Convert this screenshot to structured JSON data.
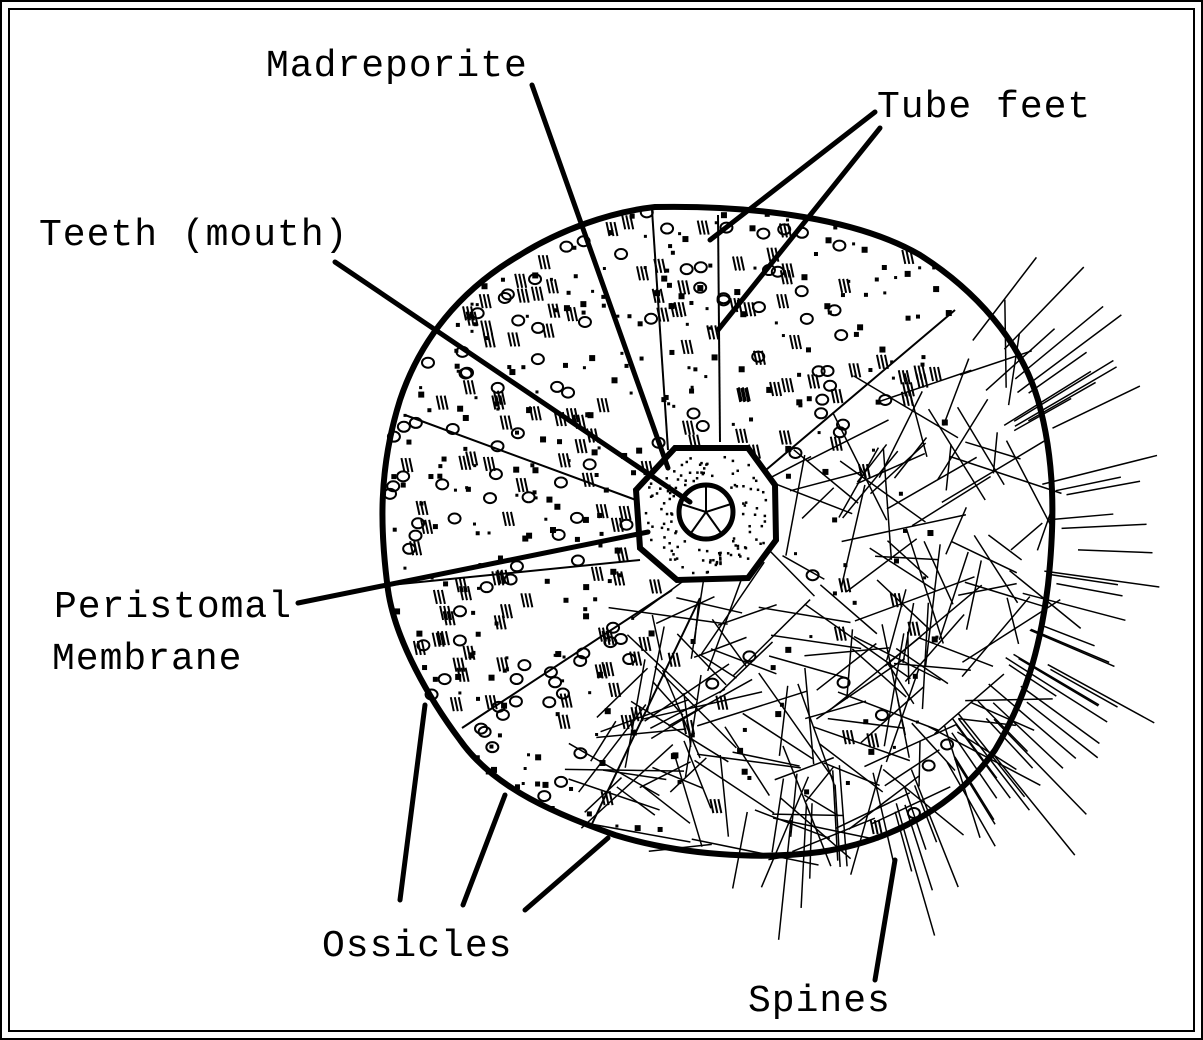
{
  "labels": {
    "madreporite": "Madreporite",
    "tube_feet": "Tube feet",
    "teeth": "Teeth (mouth)",
    "peristomal_1": "Peristomal",
    "peristomal_2": "Membrane",
    "ossicles": "Ossicles",
    "spines": "Spines"
  },
  "colors": {
    "ink": "#000000",
    "paper": "#ffffff"
  }
}
